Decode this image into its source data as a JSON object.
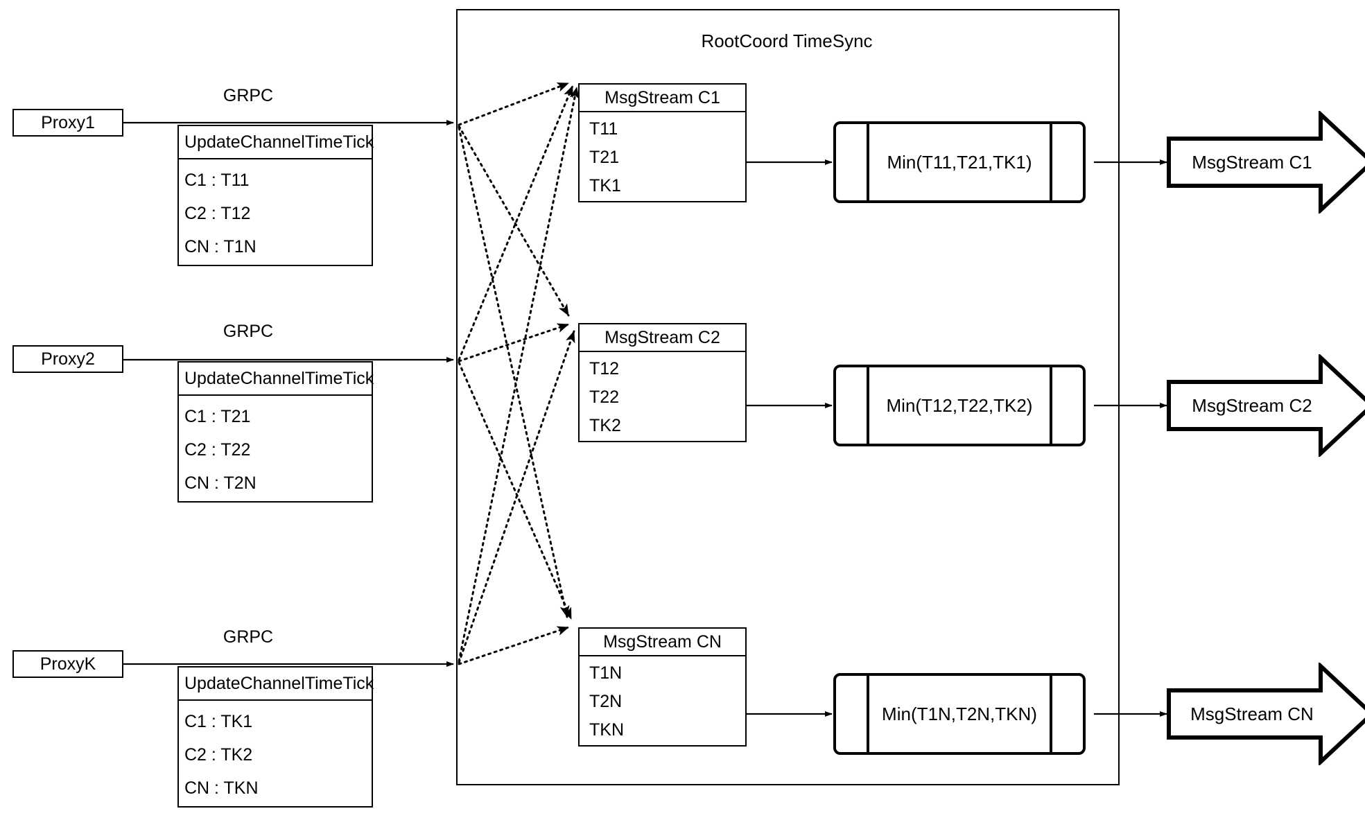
{
  "diagram": {
    "title": "RootCoord TimeSync",
    "container_label": "RootCoord TimeSync"
  },
  "proxies": [
    {
      "name": "Proxy1",
      "link_label": "GRPC"
    },
    {
      "name": "Proxy2",
      "link_label": "GRPC"
    },
    {
      "name": "ProxyK",
      "link_label": "GRPC"
    }
  ],
  "tick_messages": [
    {
      "header": "UpdateChannelTimeTick",
      "rows": [
        "C1 :  T11",
        "C2 :  T12",
        "CN : T1N"
      ]
    },
    {
      "header": "UpdateChannelTimeTick",
      "rows": [
        "C1 :  T21",
        "C2 :  T22",
        "CN : T2N"
      ]
    },
    {
      "header": "UpdateChannelTimeTick",
      "rows": [
        "C1 :  TK1",
        "C2 :  TK2",
        "CN : TKN"
      ]
    }
  ],
  "msgstreams": [
    {
      "header": "MsgStream C1",
      "rows": [
        "T11",
        "T21",
        "TK1"
      ]
    },
    {
      "header": "MsgStream C2",
      "rows": [
        "T12",
        "T22",
        "TK2"
      ]
    },
    {
      "header": "MsgStream CN",
      "rows": [
        "T1N",
        "T2N",
        "TKN"
      ]
    }
  ],
  "minimums": [
    {
      "label": "Min(T11,T21,TK1)"
    },
    {
      "label": "Min(T12,T22,TK2)"
    },
    {
      "label": "Min(T1N,T2N,TKN)"
    }
  ],
  "outputs": [
    {
      "label": "MsgStream C1"
    },
    {
      "label": "MsgStream C2"
    },
    {
      "label": "MsgStream CN"
    }
  ],
  "colors": {
    "stroke": "#000000",
    "background": "#ffffff"
  }
}
